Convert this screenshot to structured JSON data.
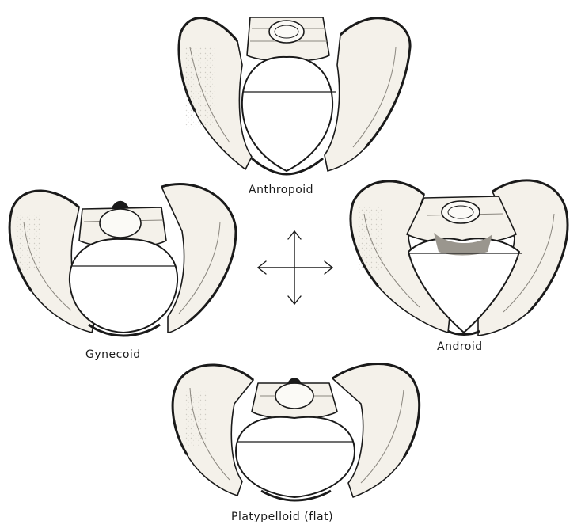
{
  "labels": {
    "anthropoid": "Anthropoid",
    "gynecoid": "Gynecoid",
    "android": "Android",
    "platypelloid": "Platypelloid (flat)"
  },
  "colors": {
    "ink": "#1a1a1a",
    "bone_fill": "#f4f1ea",
    "bone_shade": "#9a968e",
    "background": "#ffffff"
  },
  "icons": {
    "center": "four-way-arrow-icon"
  }
}
